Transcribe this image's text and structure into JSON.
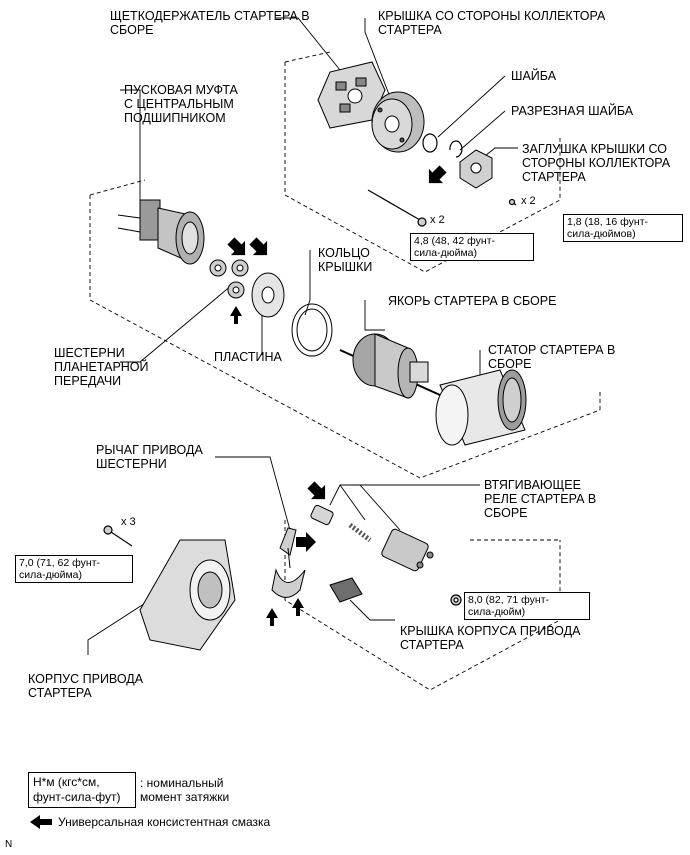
{
  "labels": {
    "brush_holder": "ЩЕТКОДЕРЖАТЕЛЬ СТАРТЕРА В\nСБОРЕ",
    "commutator_cover": "КРЫШКА СО СТОРОНЫ КОЛЛЕКТОРА\nСТАРТЕРА",
    "washer": "ШАЙБА",
    "split_washer": "РАЗРЕЗНАЯ ШАЙБА",
    "cover_plug": "ЗАГЛУШКА КРЫШКИ СО\nСТОРОНЫ КОЛЛЕКТОРА\nСТАРТЕРА",
    "clutch": "ПУСКОВАЯ МУФТА\nС ЦЕНТРАЛЬНЫМ\nПОДШИПНИКОМ",
    "cover_ring": "КОЛЬЦО\nКРЫШКИ",
    "armature": "ЯКОРЬ СТАРТЕРА В СБОРЕ",
    "planetary_gears": "ШЕСТЕРНИ\nПЛАНЕТАРНОЙ\nПЕРЕДАЧИ",
    "plate": "ПЛАСТИНА",
    "yoke": "СТАТОР СТАРТЕРА В\nСБОРЕ",
    "drive_lever": "РЫЧАГ ПРИВОДА\nШЕСТЕРНИ",
    "solenoid": "ВТЯГИВАЮЩЕЕ\nРЕЛЕ СТАРТЕРА В\nСБОРЕ",
    "drive_cover": "КРЫШКА КОРПУСА ПРИВОДА\nСТАРТЕРА",
    "drive_housing": "КОРПУС ПРИВОДА\nСТАРТЕРА"
  },
  "torques": {
    "t1": "1,8 (18, 16 фунт-\nсила-дюймов)",
    "t2": "4,8 (48, 42 фунт-\nсила-дюйма)",
    "t3": "7,0 (71, 62 фунт-\nсила-дюйма)",
    "t4": "8,0 (82, 71 фунт-\nсила-дюйм)"
  },
  "multipliers": {
    "m1": "x 2",
    "m2": "x 2",
    "m3": "x 3"
  },
  "legend": {
    "unit_box": "Н*м (кгс*см,\nфунт-сила-фут)",
    "unit_desc": ": номинальный\nмомент затяжки",
    "grease": "Универсальная консистентная смазка"
  },
  "corner_mark": "N"
}
